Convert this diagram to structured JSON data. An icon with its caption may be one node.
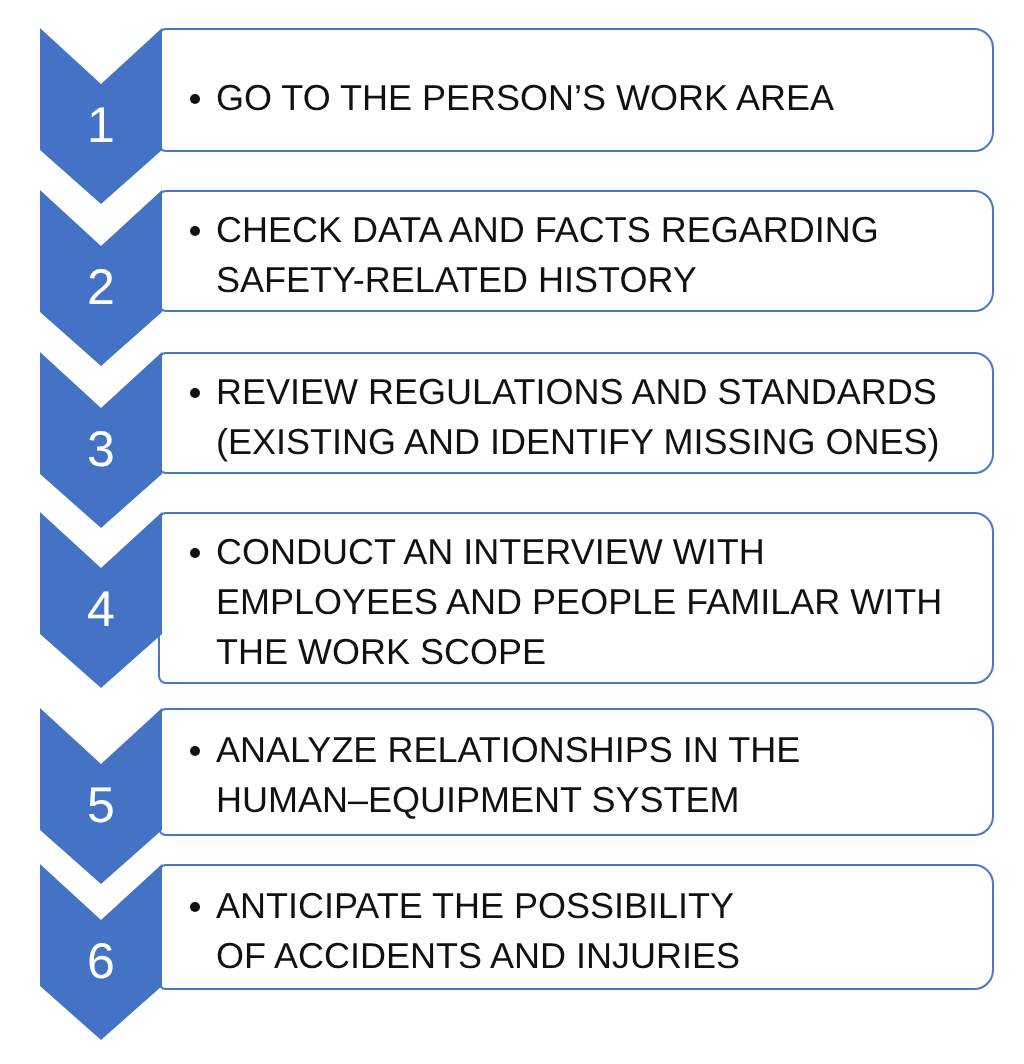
{
  "diagram": {
    "nodes": [
      {
        "text": [
          "1"
        ]
      },
      {
        "text": [
          "GO TO THE PERSON’S WORK AREA"
        ]
      },
      {
        "text": [
          "2"
        ]
      },
      {
        "text": [
          "CHECK DATA AND FACTS REGARDING SAFETY-RELATED HISTORY"
        ]
      },
      {
        "text": [
          "3"
        ]
      },
      {
        "text": [
          "REVIEW REGULATIONS AND STANDARDS (EXISTING AND IDENTIFY MISSING ONES)"
        ]
      },
      {
        "text": [
          "4"
        ]
      },
      {
        "text": [
          "CONDUCT AN INTERVIEW WITH EMPLOYEES AND PEOPLE FAMILAR WITH THE WORK SCOPE"
        ]
      },
      {
        "text": [
          "5"
        ]
      },
      {
        "text": [
          "ANALYZE RELATIONSHIPS IN THE HUMAN–EQUIPMENT SYSTEM"
        ]
      },
      {
        "text": [
          "6"
        ]
      },
      {
        "text": [
          "ANTICIPATE THE POSSIBILITY OF ACCIDENTS AND INJURIES"
        ]
      }
    ]
  }
}
